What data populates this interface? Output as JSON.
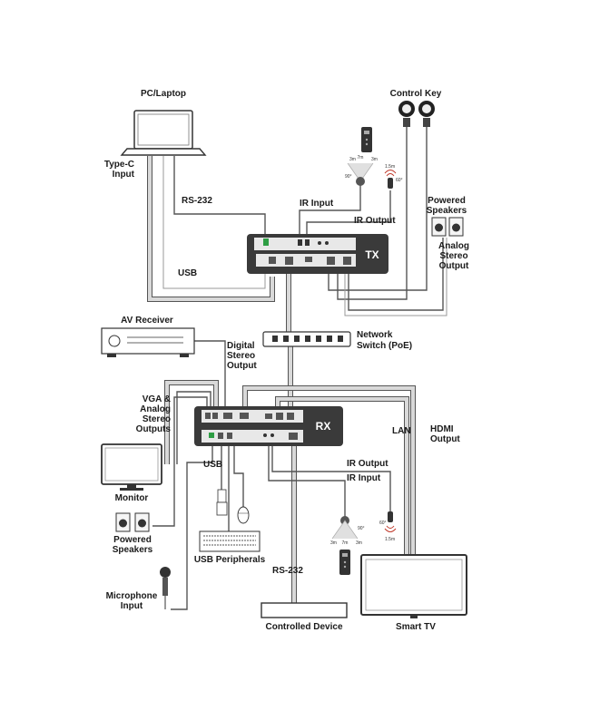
{
  "labels": {
    "pc_laptop": "PC/Laptop",
    "type_c_input_1": "Type-C",
    "type_c_input_2": "Input",
    "rs232_top": "RS-232",
    "usb_top": "USB",
    "ir_input_top": "IR Input",
    "ir_output_top": "IR Output",
    "control_key": "Control Key",
    "powered_speakers_top_1": "Powered",
    "powered_speakers_top_2": "Speakers",
    "analog_stereo_output_1": "Analog",
    "analog_stereo_output_2": "Stereo",
    "analog_stereo_output_3": "Output",
    "tx": "TX",
    "av_receiver": "AV Receiver",
    "digital_stereo_output_1": "Digital",
    "digital_stereo_output_2": "Stereo",
    "digital_stereo_output_3": "Output",
    "network_switch_1": "Network",
    "network_switch_2": "Switch (PoE)",
    "vga_analog_1": "VGA &",
    "vga_analog_2": "Analog",
    "vga_analog_3": "Stereo",
    "vga_analog_4": "Outputs",
    "rx": "RX",
    "lan": "LAN",
    "hdmi_output_1": "HDMI",
    "hdmi_output_2": "Output",
    "monitor": "Monitor",
    "usb_bottom": "USB",
    "ir_output_bottom": "IR Output",
    "ir_input_bottom": "IR Input",
    "powered_speakers_bottom_1": "Powered",
    "powered_speakers_bottom_2": "Speakers",
    "usb_peripherals": "USB Peripherals",
    "rs232_bottom": "RS-232",
    "microphone_input_1": "Microphone",
    "microphone_input_2": "Input",
    "controlled_device": "Controlled Device",
    "smart_tv": "Smart TV"
  },
  "ir_specs": {
    "top_receiver_angle": "90°",
    "top_receiver_range": "3m",
    "top_receiver_range_center": "7m",
    "top_emitter_distance": "1.5m",
    "top_emitter_angle": "60°",
    "bottom_emitter_angle": "60°",
    "bottom_emitter_distance": "1.5m",
    "bottom_receiver_angle": "90°",
    "bottom_receiver_range": "3m",
    "bottom_receiver_range_center": "7m"
  },
  "colors": {
    "device_body": "#3a3a3a",
    "device_panel": "#e8e8e8",
    "cable_dark": "#555555",
    "cable_light": "#d9d9d9",
    "connector_green": "#2e9e44",
    "ir_signal_red": "#c0392b"
  }
}
